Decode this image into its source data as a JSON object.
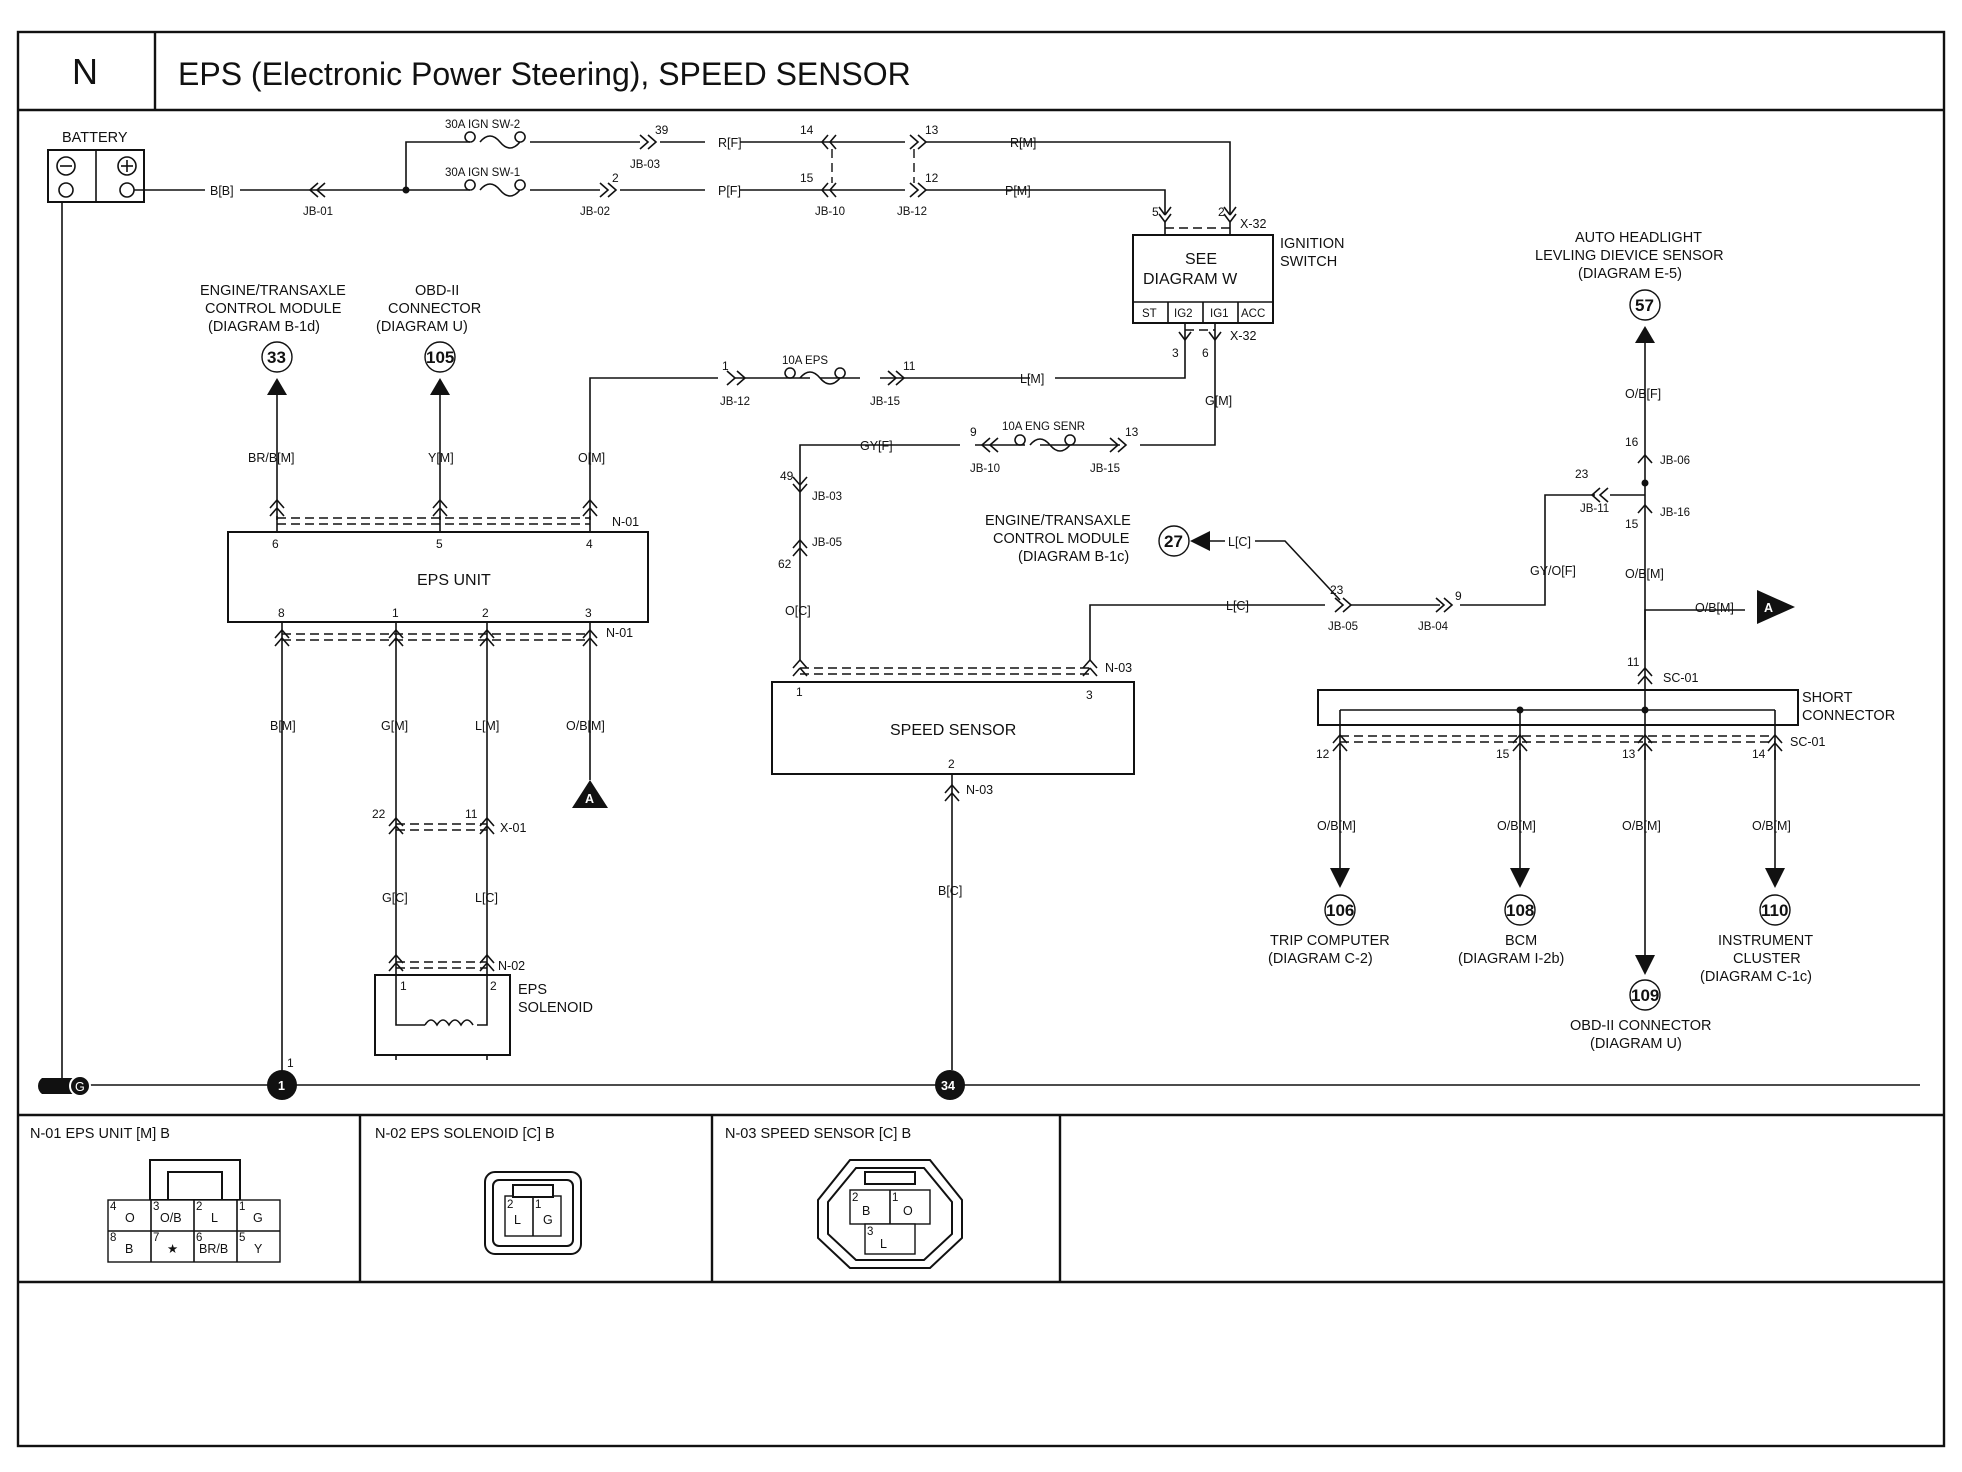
{
  "header": {
    "section_letter": "N",
    "title": "EPS (Electronic Power Steering), SPEED SENSOR"
  },
  "battery": {
    "label": "BATTERY",
    "wire": "B[B]",
    "junction": "JB-01"
  },
  "fuses": {
    "ign_sw2": "30A IGN SW-2",
    "ign_sw1": "30A IGN SW-1",
    "eps": "10A EPS",
    "eng_senr": "10A ENG SENR"
  },
  "top_circuit": {
    "r_f": "R[F]",
    "r_m": "R[M]",
    "p_f": "P[F]",
    "p_m": "P[M]",
    "jb03": "JB-03",
    "jb02": "JB-02",
    "jb10": "JB-10",
    "jb12": "JB-12",
    "pin_39": "39",
    "pin_2": "2",
    "pin_14": "14",
    "pin_15": "15",
    "pin_13": "13",
    "pin_12": "12"
  },
  "ignition": {
    "see": "SEE",
    "diagram": "DIAGRAM  W",
    "name_line1": "IGNITION",
    "name_line2": "SWITCH",
    "connector": "X-32",
    "connector_bottom": "X-32",
    "terminals": [
      "ST",
      "IG2",
      "IG1",
      "ACC"
    ],
    "pin_5": "5",
    "pin_2": "2",
    "pin_3": "3",
    "pin_6": "6"
  },
  "eps_feed": {
    "jb12": "JB-12",
    "jb15": "JB-15",
    "pin_1": "1",
    "pin_11": "11",
    "wire_l_m": "L[M]",
    "wire_g_m": "G[M]"
  },
  "eng_feed": {
    "wire_gy_f": "GY[F]",
    "jb10": "JB-10",
    "jb15": "JB-15",
    "pin_9": "9",
    "pin_13": "13"
  },
  "ecm_ref_left": {
    "line1": "ENGINE/TRANSAXLE",
    "line2": "CONTROL MODULE",
    "line3": "(DIAGRAM B-1d)",
    "circle": "33",
    "wire": "BR/B[M]"
  },
  "obd_ref_left": {
    "line1": "OBD-II",
    "line2": "CONNECTOR",
    "line3": "(DIAGRAM U)",
    "circle": "105",
    "wire": "Y[M]"
  },
  "eps_unit": {
    "label": "EPS UNIT",
    "connector_top": "N-01",
    "connector_bottom": "N-01",
    "wire_o_m": "O[M]",
    "top_pins": [
      "6",
      "5",
      "4"
    ],
    "bottom_pins": [
      "8",
      "1",
      "2",
      "3"
    ],
    "wires_bottom": [
      "B[M]",
      "G[M]",
      "L[M]",
      "O/B[M]"
    ]
  },
  "x01": {
    "name": "X-01",
    "pin_22": "22",
    "pin_11": "11",
    "wire_g_c": "G[C]",
    "wire_l_c": "L[C]"
  },
  "eps_solenoid": {
    "line1": "EPS",
    "line2": "SOLENOID",
    "connector": "N-02",
    "pin_1": "1",
    "pin_2": "2",
    "coil": "000"
  },
  "ground_points": {
    "g": "G",
    "pt1": "1",
    "pt34": "34",
    "pin_1": "1"
  },
  "offpage": {
    "a": "A"
  },
  "speed_sensor": {
    "label": "SPEED SENSOR",
    "connector_top": "N-03",
    "connector_bottom": "N-03",
    "pin_1": "1",
    "pin_3": "3",
    "pin_2": "2",
    "wire_o_c": "O[C]",
    "wire_b_c": "B[C]",
    "jb03": "JB-03",
    "jb05": "JB-05",
    "pin_49": "49",
    "pin_62": "62"
  },
  "ecm_ref_mid": {
    "line1": "ENGINE/TRANSAXLE",
    "line2": "CONTROL MODULE",
    "line3": "(DIAGRAM B-1c)",
    "circle": "27",
    "wire": "L[C]"
  },
  "mid_circuit": {
    "wire_l_c": "L[C]",
    "jb05": "JB-05",
    "jb04": "JB-04",
    "pin_23": "23",
    "pin_9": "9",
    "wire_gy_o": "GY/O[F]",
    "jb11": "JB-11",
    "jb11_pin": "23"
  },
  "headlight_ref": {
    "line1": "AUTO HEADLIGHT",
    "line2": "LEVLING DIEVICE SENSOR",
    "line3": "(DIAGRAM E-5)",
    "circle": "57",
    "wire_of": "O/B[F]",
    "jb06": "JB-06",
    "jb16": "JB-16",
    "pin_16": "16",
    "pin_15": "15",
    "wire_om": "O/B[M]",
    "wire_to_a": "O/B[M]"
  },
  "short_connector": {
    "line1": "SHORT",
    "line2": "CONNECTOR",
    "connector_top": "SC-01",
    "connector_bottom": "SC-01",
    "pin_top": "11",
    "pins": [
      "12",
      "15",
      "13",
      "14"
    ],
    "wires": [
      "O/B[M]",
      "O/B[M]",
      "O/B[M]",
      "O/B[M]"
    ]
  },
  "right_refs": [
    {
      "circle": "106",
      "line1": "TRIP COMPUTER",
      "line2": "(DIAGRAM C-2)"
    },
    {
      "circle": "108",
      "line1": "BCM",
      "line2": "(DIAGRAM I-2b)"
    },
    {
      "circle": "109",
      "line1": "OBD-II CONNECTOR",
      "line2": "(DIAGRAM U)"
    },
    {
      "circle": "110",
      "line1": "INSTRUMENT",
      "line2": "CLUSTER",
      "line3": "(DIAGRAM C-1c)"
    }
  ],
  "connector_views": {
    "n01": {
      "title": "N-01 EPS UNIT [M] B",
      "top_row": [
        {
          "num": "4",
          "code": "O"
        },
        {
          "num": "3",
          "code": "O/B"
        },
        {
          "num": "2",
          "code": "L"
        },
        {
          "num": "1",
          "code": "G"
        }
      ],
      "bottom_row": [
        {
          "num": "8",
          "code": "B"
        },
        {
          "num": "7",
          "code": "★"
        },
        {
          "num": "6",
          "code": "BR/B"
        },
        {
          "num": "5",
          "code": "Y"
        }
      ]
    },
    "n02": {
      "title": "N-02 EPS SOLENOID [C] B",
      "cells": [
        {
          "num": "2",
          "code": "L"
        },
        {
          "num": "1",
          "code": "G"
        }
      ]
    },
    "n03": {
      "title": "N-03 SPEED  SENSOR [C] B",
      "cells": [
        {
          "num": "2",
          "code": "B"
        },
        {
          "num": "1",
          "code": "O"
        },
        {
          "num": "3",
          "code": "L"
        }
      ]
    }
  }
}
